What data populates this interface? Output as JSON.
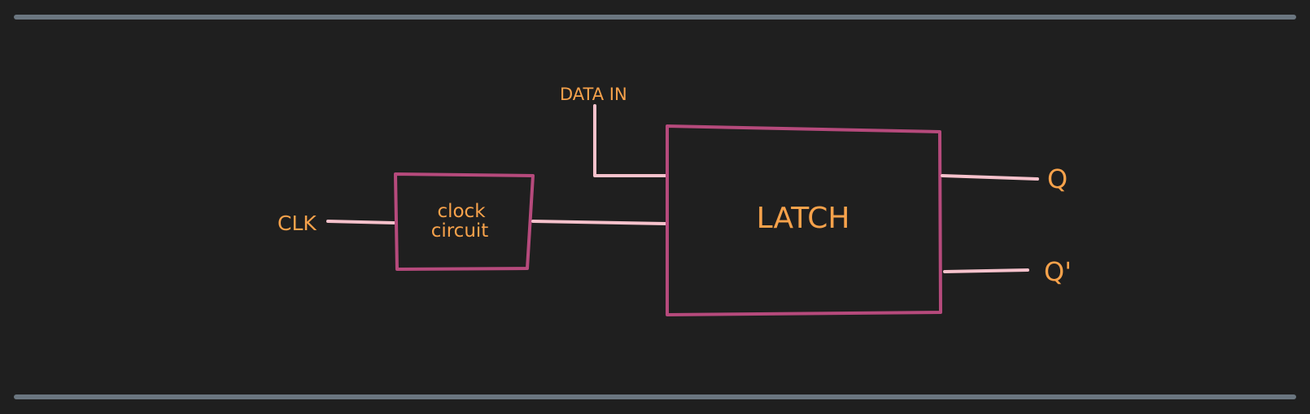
{
  "diagram": {
    "labels": {
      "clk": "CLK",
      "clock_circuit_line1": "clock",
      "clock_circuit_line2": "circuit",
      "data_in": "DATA IN",
      "latch": "LATCH",
      "q": "Q",
      "q_prime": "Q'"
    },
    "colors": {
      "background": "#1f1f1f",
      "divider": "#6b7680",
      "box_outline": "#b64a7c",
      "wire": "#f6c2cc",
      "label": "#f7a24b"
    }
  }
}
